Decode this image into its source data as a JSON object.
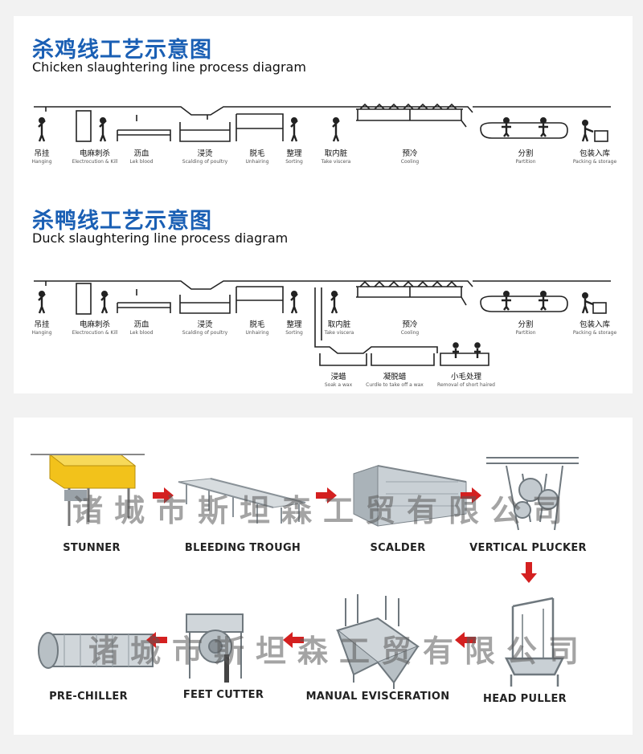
{
  "chicken": {
    "title_cn": "杀鸡线工艺示意图",
    "title_en": "Chicken slaughtering line process diagram",
    "steps": [
      {
        "cn": "吊挂",
        "en": "Hanging"
      },
      {
        "cn": "电麻刺杀",
        "en": "Electrocution & Kill"
      },
      {
        "cn": "沥血",
        "en": "Lek blood"
      },
      {
        "cn": "浸烫",
        "en": "Scalding of poultry"
      },
      {
        "cn": "脱毛",
        "en": "Unhairing"
      },
      {
        "cn": "整理",
        "en": "Sorting"
      },
      {
        "cn": "取内脏",
        "en": "Take viscera"
      },
      {
        "cn": "预冷",
        "en": "Cooling"
      },
      {
        "cn": "分割",
        "en": "Partition"
      },
      {
        "cn": "包装入库",
        "en": "Packing & storage"
      }
    ]
  },
  "duck": {
    "title_cn": "杀鸭线工艺示意图",
    "title_en": "Duck slaughtering line process diagram",
    "steps": [
      {
        "cn": "吊挂",
        "en": "Hanging"
      },
      {
        "cn": "电麻刺杀",
        "en": "Electrocution & Kill"
      },
      {
        "cn": "沥血",
        "en": "Lek blood"
      },
      {
        "cn": "浸烫",
        "en": "Scalding of poultry"
      },
      {
        "cn": "脱毛",
        "en": "Unhairing"
      },
      {
        "cn": "整理",
        "en": "Sorting"
      },
      {
        "cn": "取内脏",
        "en": "Take viscera"
      },
      {
        "cn": "预冷",
        "en": "Cooling"
      },
      {
        "cn": "分割",
        "en": "Partition"
      },
      {
        "cn": "包装入库",
        "en": "Packing & storage"
      }
    ],
    "wax_steps": [
      {
        "cn": "浸蜡",
        "en": "Soak a wax"
      },
      {
        "cn": "凝脱蜡",
        "en": "Curdle to take off a wax"
      },
      {
        "cn": "小毛处理",
        "en": "Removal of short haired"
      }
    ]
  },
  "machines": [
    "STUNNER",
    "BLEEDING TROUGH",
    "SCALDER",
    "VERTICAL PLUCKER",
    "HEAD PULLER",
    "MANUAL EVISCERATION",
    "FEET CUTTER",
    "PRE-CHILLER"
  ],
  "watermark": "诸城市斯坦森工贸有限公司",
  "colors": {
    "title_blue": "#1a5fb4",
    "arrow_red": "#d42020",
    "stunner_yellow": "#f2c21b",
    "steel": "#b9c0c6"
  }
}
